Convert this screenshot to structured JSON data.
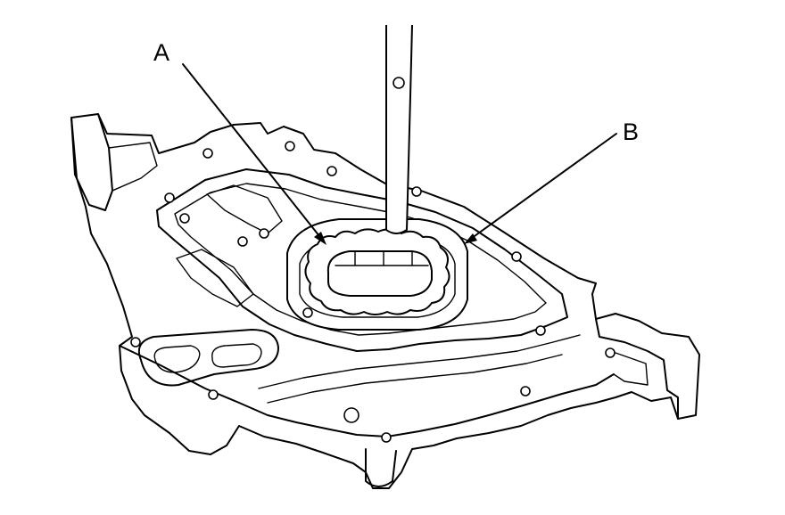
{
  "diagram": {
    "callouts": [
      {
        "id": "A",
        "text": "A"
      },
      {
        "id": "B",
        "text": "B"
      }
    ]
  }
}
